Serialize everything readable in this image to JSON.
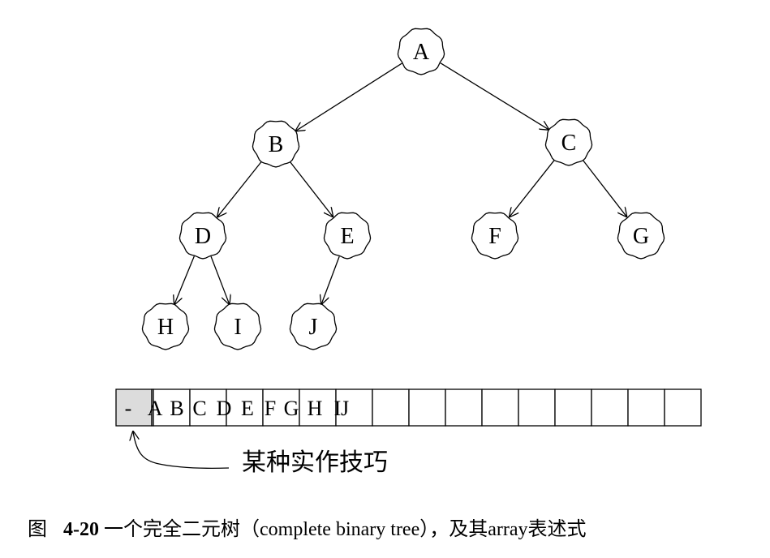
{
  "tree": {
    "nodes": [
      "A",
      "B",
      "C",
      "D",
      "E",
      "F",
      "G",
      "H",
      "I",
      "J"
    ],
    "edges": [
      [
        "A",
        "B"
      ],
      [
        "A",
        "C"
      ],
      [
        "B",
        "D"
      ],
      [
        "B",
        "E"
      ],
      [
        "C",
        "F"
      ],
      [
        "C",
        "G"
      ],
      [
        "D",
        "H"
      ],
      [
        "D",
        "I"
      ],
      [
        "E",
        "J"
      ]
    ]
  },
  "array": {
    "cells": [
      "-",
      "A",
      "B",
      "C",
      "D",
      "E",
      "F",
      "G",
      "H",
      "I",
      "J",
      "",
      "",
      "",
      "",
      "",
      "",
      "",
      "",
      "",
      ""
    ],
    "colors": {
      "sentinel_fill": "#dcdcdc",
      "cell_fill": "#ffffff",
      "stroke": "#000000"
    }
  },
  "annotation": {
    "text": "某种实作技巧"
  },
  "caption": {
    "prefix": "图",
    "number": "4-20",
    "text": "一个完全二元树（complete binary tree），及其array表述式"
  }
}
